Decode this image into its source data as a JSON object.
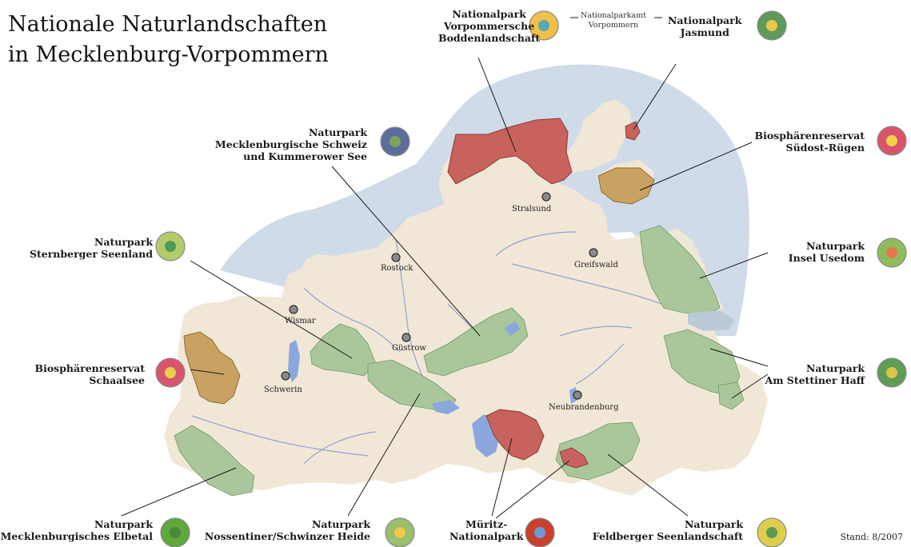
{
  "title": [
    "Nationale Naturlandschaften",
    "in Mecklenburg-Vorpommern"
  ],
  "colors": {
    "land": "#f1e7d7",
    "sea": "#cfdbe8",
    "naturpark": "#a9c79a",
    "nationalpark": "#c8625d",
    "biosphaere": "#c9a262",
    "lake": "#8aa8dd",
    "river": "#8fa4d0"
  },
  "areas": [
    {
      "id": "vorpommersche-boddenlandschaft",
      "lines": [
        "Nationalpark",
        "Vorpommersche",
        "Boddenlandschaft"
      ],
      "icon": {
        "outer": "#f0c04a",
        "inner": "#5aa7b5"
      }
    },
    {
      "id": "jasmund",
      "lines": [
        "Nationalpark",
        "Jasmund"
      ],
      "icon": {
        "outer": "#5f9a5a",
        "inner": "#eac84a"
      }
    },
    {
      "id": "mecklenburgische-schweiz",
      "lines": [
        "Naturpark",
        "Mecklenburgische Schweiz",
        "und Kummerower See"
      ],
      "icon": {
        "outer": "#5b6e9a",
        "inner": "#7da35d"
      }
    },
    {
      "id": "suedost-ruegen",
      "lines": [
        "Biosphärenreservat",
        "Südost-Rügen"
      ],
      "icon": {
        "outer": "#d9546b",
        "inner": "#eed24a"
      }
    },
    {
      "id": "sternberger-seenland",
      "lines": [
        "Naturpark",
        "Sternberger Seenland"
      ],
      "icon": {
        "outer": "#b4cb6a",
        "inner": "#4e9b58"
      }
    },
    {
      "id": "insel-usedom",
      "lines": [
        "Naturpark",
        "Insel Usedom"
      ],
      "icon": {
        "outer": "#8dbc5d",
        "inner": "#e8774d"
      }
    },
    {
      "id": "schaalsee",
      "lines": [
        "Biosphärenreservat",
        "Schaalsee"
      ],
      "icon": {
        "outer": "#d7556d",
        "inner": "#e6d04c"
      }
    },
    {
      "id": "am-stettiner-haff",
      "lines": [
        "Naturpark",
        "Am Stettiner Haff"
      ],
      "icon": {
        "outer": "#5e9c57",
        "inner": "#ddc64c"
      }
    },
    {
      "id": "mecklenburgisches-elbetal",
      "lines": [
        "Naturpark",
        "Mecklenburgisches Elbetal"
      ],
      "icon": {
        "outer": "#5fa83a",
        "inner": "#4a8a3d"
      }
    },
    {
      "id": "nossentiner-schwinzer-heide",
      "lines": [
        "Naturpark",
        "Nossentiner/Schwinzer Heide"
      ],
      "icon": {
        "outer": "#9abf6d",
        "inner": "#eccb48"
      }
    },
    {
      "id": "mueritz",
      "lines": [
        "Müritz-",
        "Nationalpark"
      ],
      "icon": {
        "outer": "#c9412d",
        "inner": "#6b9bd6"
      }
    },
    {
      "id": "feldberger-seenlandschaft",
      "lines": [
        "Naturpark",
        "Feldberger Seenlandschaft"
      ],
      "icon": {
        "outer": "#e0cd4e",
        "inner": "#5e9a55"
      }
    }
  ],
  "nationalparkamt": [
    "Nationalparkamt",
    "Vorpommern"
  ],
  "cities": [
    "Stralsund",
    "Rostock",
    "Greifswald",
    "Wismar",
    "Güstrow",
    "Schwerin",
    "Neubrandenburg"
  ],
  "stand": "Stand: 8/2007"
}
